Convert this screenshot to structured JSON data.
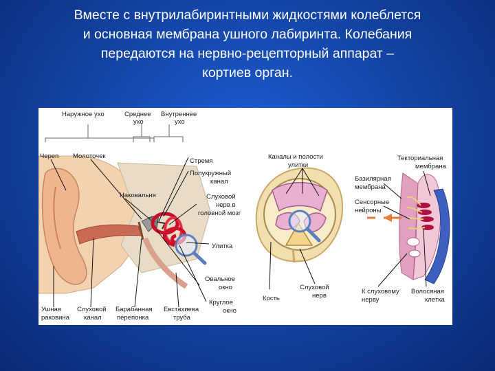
{
  "slide": {
    "title_lines": [
      "Вместе с внутрилабиринтными жидкостями колеблется",
      "и основная мембрана ушного лабиринта. Колебания",
      "передаются на нервно-рецепторный аппарат –",
      "кортиев орган."
    ]
  },
  "ear": {
    "outer_ear": "Наружное ухо",
    "middle_ear": [
      "Среднее",
      "ухо"
    ],
    "inner_ear": [
      "Внутреннее",
      "ухо"
    ],
    "skull": "Череп",
    "malleus": "Молоточек",
    "stapes": "Стремя",
    "canals": [
      "Полукружный",
      "канал"
    ],
    "incus": "Наковальня",
    "nerve": [
      "Слуховой",
      "нерв в",
      "головной мозг"
    ],
    "cochlea": "Улитка",
    "oval": [
      "Овальное",
      "окно"
    ],
    "round": [
      "Круглое",
      "окно"
    ],
    "auricle": [
      "Ушная",
      "раковина"
    ],
    "auditory_canal": [
      "Слуховой",
      "канал"
    ],
    "eardrum": [
      "Барабанная",
      "перепонка"
    ],
    "eustachian": [
      "Евстахиева",
      "труба"
    ]
  },
  "section": {
    "channels": [
      "Каналы и полости",
      "улитки"
    ],
    "bone": "Кость",
    "nerve": [
      "Слуховой",
      "нерв"
    ]
  },
  "organ": {
    "tectorial": [
      "Текториальная",
      "мембрана"
    ],
    "basilar": [
      "Базилярная",
      "мембрана"
    ],
    "sensory": [
      "Сенсорные",
      "нейроны"
    ],
    "to_nerve": [
      "К слуховому",
      "нерву"
    ],
    "hair_cell": [
      "Волосяная",
      "клетка"
    ]
  }
}
